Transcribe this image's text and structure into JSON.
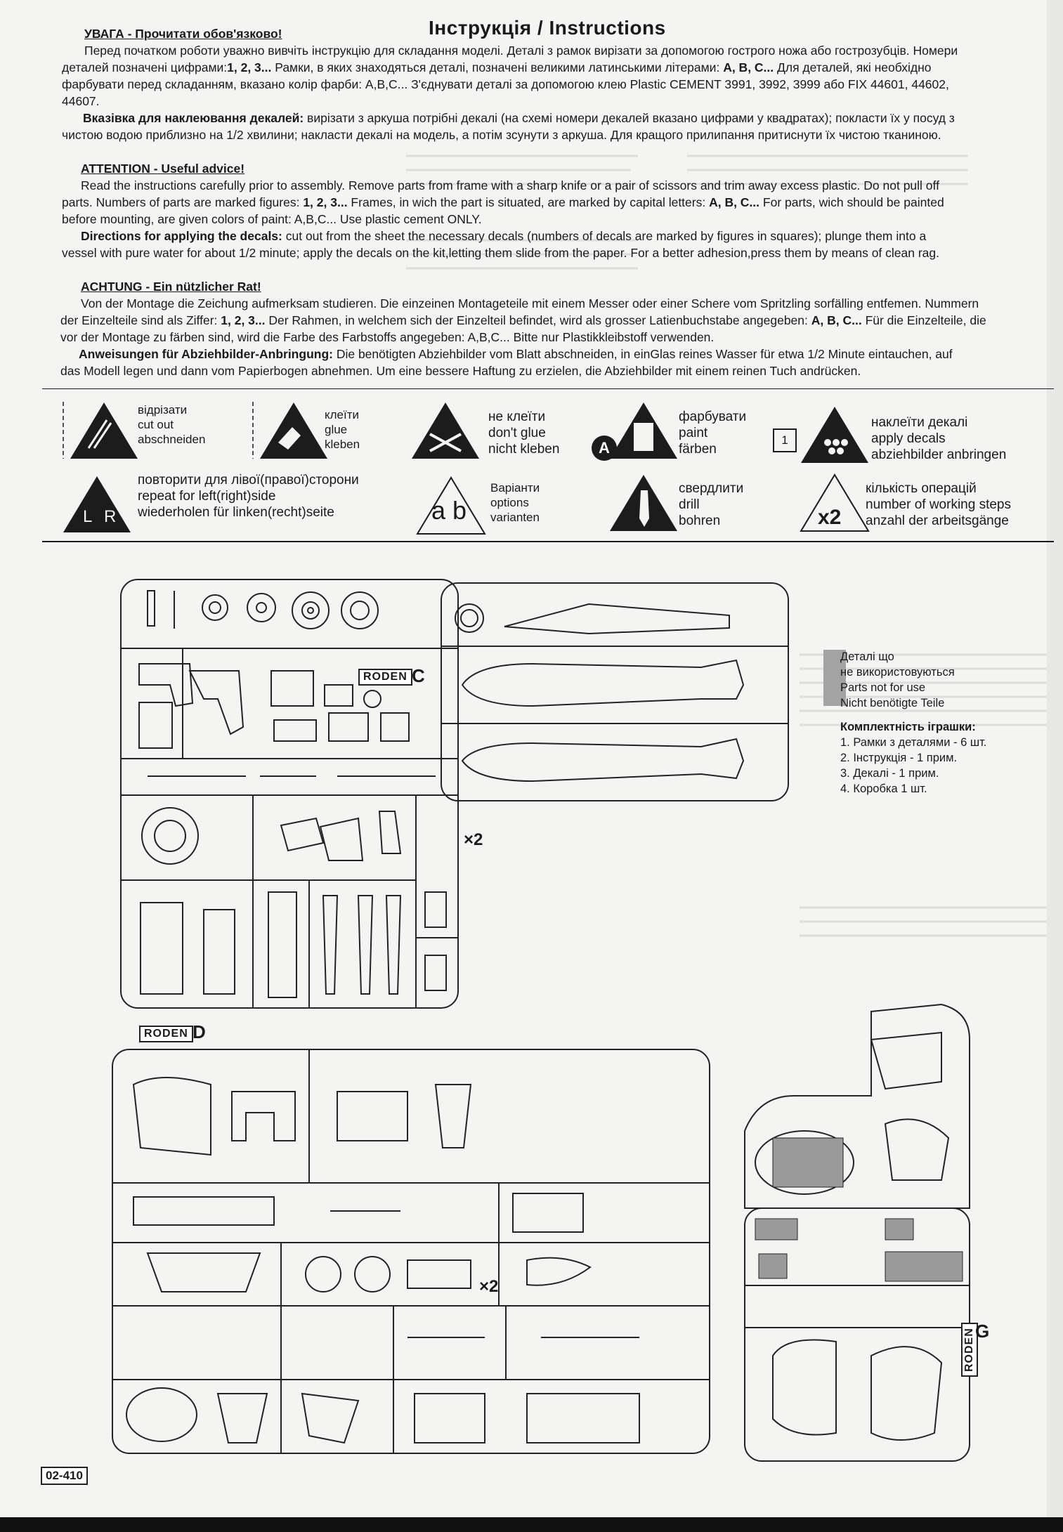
{
  "title": "Інструкція / Instructions",
  "ukr": {
    "heading": "УВАГА - Прочитати обов'язково!",
    "p1": "Перед початком роботи уважно вивчіть інструкцію для складання моделі. Деталі з рамок вирізати за допомогою гострого ножа або гострозубців. Номери",
    "p2_a": "деталей позначені цифрами:",
    "p2_b": "1, 2, 3...",
    "p2_c": " Рамки, в яких знаходяться деталі, позначені великими латинськими літерами: ",
    "p2_d": "A, B, C...",
    "p2_e": " Для деталей, які необхідно",
    "p3": "фарбувати перед складанням, вказано колір фарби: A,B,C... З'єднувати деталі за допомогою клею Plastic CEMENT 3991, 3992, 3999 або FIX 44601, 44602,",
    "p4": "44607.",
    "decal_heading": "Вказівка для наклеювання декалей:",
    "decal_text": " вирізати з аркуша потрібні декалі (на схемі номери декалей вказано цифрами у квадратах); покласти їх у посуд з",
    "decal_text2": "чистою водою приблизно на 1/2 хвилини; накласти декалі на модель, а потім зсунути з аркуша. Для кращого прилипання притиснути їх чистою тканиною."
  },
  "eng": {
    "heading": "ATTENTION - Useful advice!",
    "p1": "Read the instructions carefully prior to assembly. Remove parts from frame with a sharp knife or a pair of scissors and trim away excess plastic. Do not pull off",
    "p2_a": "parts. Numbers of parts are marked figures: ",
    "p2_b": "1, 2, 3...",
    "p2_c": " Frames, in wich the part is situated, are marked by capital letters: ",
    "p2_d": "A, B, C...",
    "p2_e": " For parts, wich should be painted",
    "p3": "before mounting, are given colors of paint: A,B,C... Use plastic cement ONLY.",
    "decal_heading": "Directions for applying the decals:",
    "decal_text": " cut out from the sheet the necessary decals (numbers of decals are marked by figures in squares); plunge them into a",
    "decal_text2": "vessel with pure water for about 1/2 minute; apply the decals on the kit,letting them slide from the paper. For a better adhesion,press them by means of clean rag."
  },
  "ger": {
    "heading": "ACHTUNG - Ein nützlicher Rat!",
    "p1": "Von der Montage die Zeichung aufmerksam studieren. Die einzeinen Montageteile mit einem Messer oder einer Schere vom Spritzling sorfälling entfemen. Nummern",
    "p2_a": "der Einzelteile sind als Ziffer: ",
    "p2_b": "1, 2, 3...",
    "p2_c": " Der Rahmen, in welchem sich der Einzelteil befindet, wird als grosser Latienbuchstabe angegeben: ",
    "p2_d": "A, B, C...",
    "p2_e": " Für die Einzelteile, die",
    "p3": "vor der Montage zu färben sind, wird die Farbe des Farbstoffs angegeben: A,B,C... Bitte nur Plastikkleibstoff verwenden.",
    "decal_heading": "Anweisungen für Abziehbilder-Anbringung:",
    "decal_text": " Die benötigten Abziehbilder vom Blatt abschneiden, in einGlas reines Wasser für etwa 1/2 Minute eintauchen, auf",
    "decal_text2": "das Modell legen und dann vom Papierbogen abnehmen. Um eine bessere Haftung zu erzielen, die Abziehbilder mit einem reinen Tuch andrücken."
  },
  "symbols": {
    "cut": [
      "відрізати",
      "cut out",
      "abschneiden"
    ],
    "glue": [
      "клеїти",
      "glue",
      "kleben"
    ],
    "noglue": [
      "не клеїти",
      "don't glue",
      "nicht kleben"
    ],
    "paint": [
      "фарбувати",
      "paint",
      "färben"
    ],
    "decals": [
      "наклеїти декалі",
      "apply decals",
      "abziehbilder anbringen"
    ],
    "repeat": [
      "повторити для лівої(правої)сторони",
      "repeat for left(right)side",
      "wiederholen für linken(recht)seite"
    ],
    "options": [
      "Варіанти",
      "options",
      "varianten"
    ],
    "drill": [
      "свердлити",
      "drill",
      "bohren"
    ],
    "steps": [
      "кількість операцій",
      "number of working steps",
      "anzahl der arbeitsgänge"
    ],
    "lr_l": "L",
    "lr_r": "R",
    "ab": "a b",
    "paint_letter": "A",
    "decal_num": "1",
    "x2": "x2"
  },
  "legend": {
    "unused": [
      "Деталі що",
      "не використовуються",
      "Parts not for use",
      "Nicht benötigte Teile"
    ],
    "contents_title": "Комплектність іграшки:",
    "contents": [
      "1. Рамки з деталями - 6 шт.",
      "2. Інструкція - 1 прим.",
      "3. Декалі - 1 прим.",
      "4. Коробка 1 шт."
    ]
  },
  "sprues": {
    "c_label": "RODEN",
    "c_letter": "C",
    "d_label": "RODEN",
    "d_letter": "D",
    "g_label": "RODEN",
    "g_letter": "G",
    "x2_top": "×2",
    "x2_d": "×2"
  },
  "page_code": "02-410",
  "colors": {
    "ink": "#1c1c1c",
    "paper": "#f4f4f2",
    "unused_grey": "#a3a3a3"
  }
}
